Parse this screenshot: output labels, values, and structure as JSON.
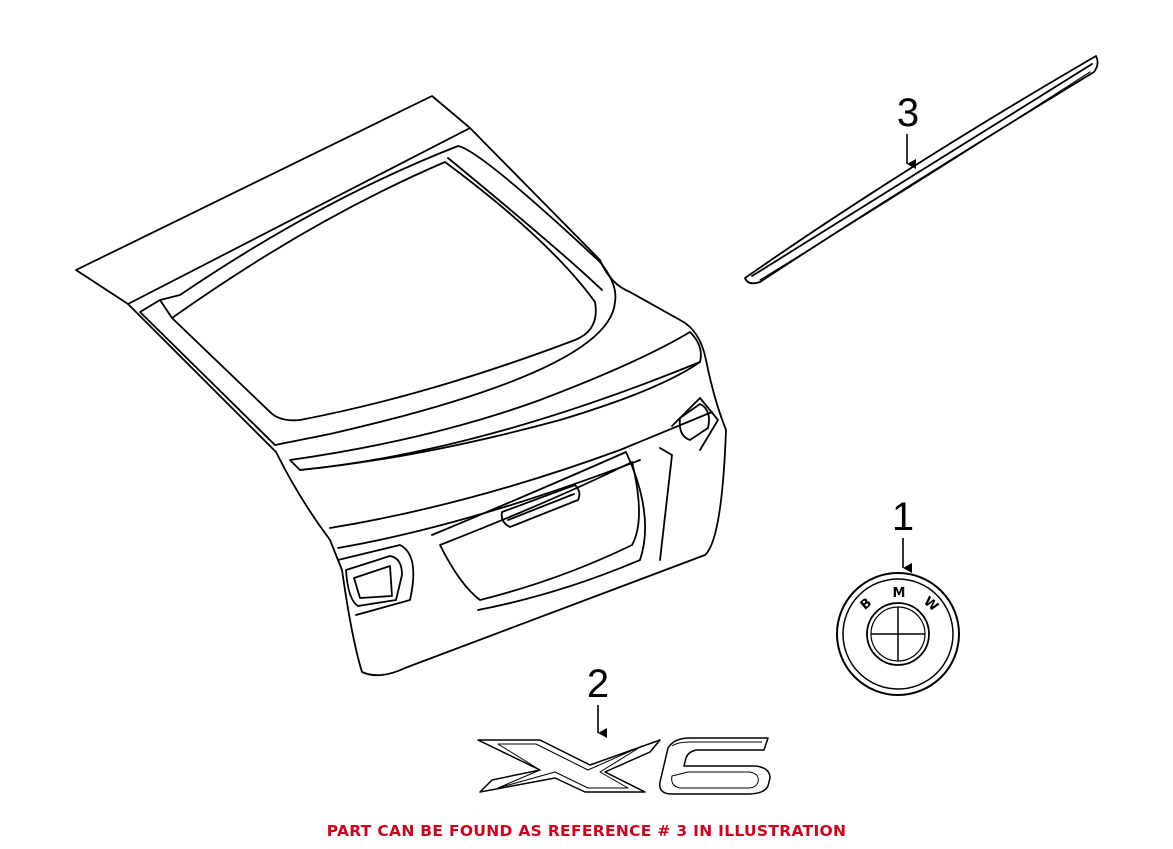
{
  "callouts": {
    "emblem": "1",
    "model_badge": "2",
    "trim_strip": "3"
  },
  "emblem_letters": [
    "B",
    "M",
    "W"
  ],
  "model_badge_text": "X6",
  "note": {
    "text": "PART CAN BE FOUND AS REFERENCE # 3 IN ILLUSTRATION",
    "color": "#d0021b"
  },
  "line_color": "#000000"
}
